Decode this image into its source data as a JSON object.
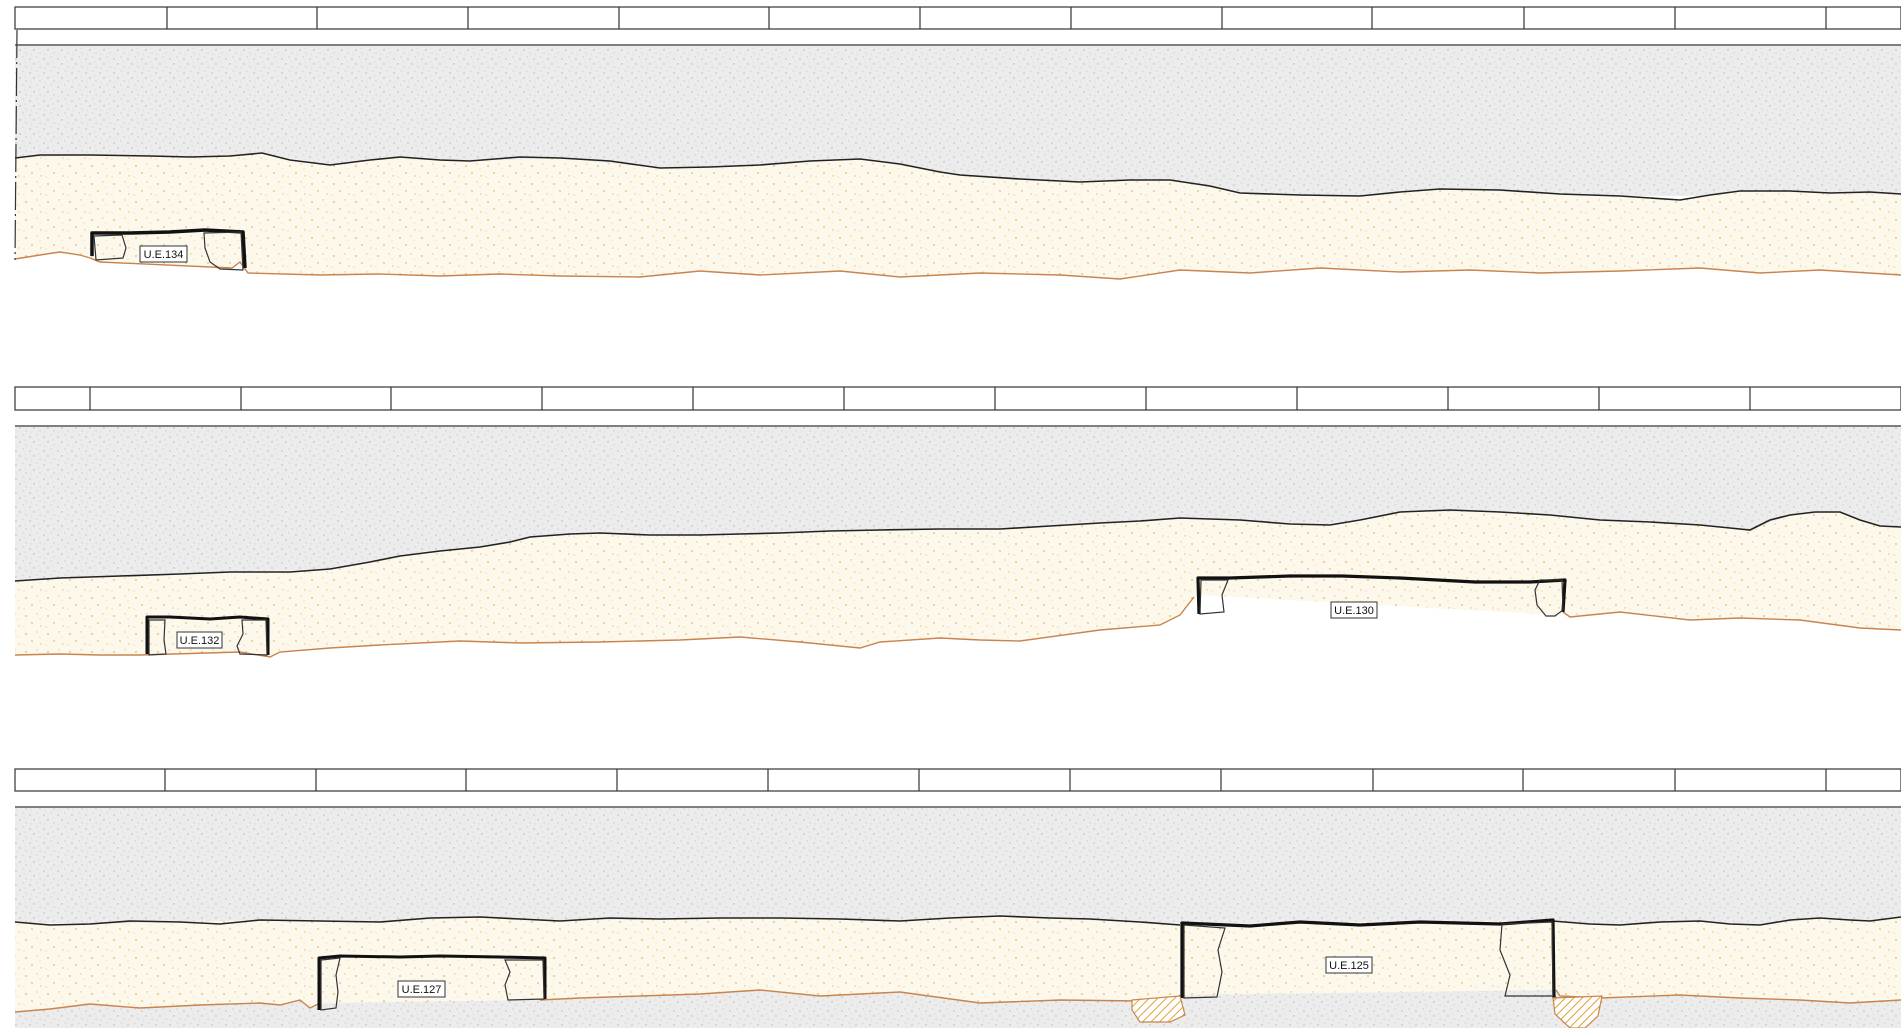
{
  "drawing": {
    "sections": [
      {
        "labels": [
          "U.E.134"
        ]
      },
      {
        "labels": [
          "U.E.132",
          "U.E.130"
        ]
      },
      {
        "labels": [
          "U.E.127",
          "U.E.125"
        ]
      }
    ]
  },
  "colors": {
    "upper_fill": "#ebebeb",
    "upper_dots": "#b9b9b9",
    "lower_fill": "#fdf7ea",
    "lower_dots": "#f0b04a",
    "base_line": "#c8844f",
    "outline": "#222222",
    "hatch": "#e0a033"
  },
  "legend": {
    "upper_layer": "grey stippled fill",
    "lower_layer": "orange stippled fill",
    "cut_features": "bold black outline with stones"
  }
}
